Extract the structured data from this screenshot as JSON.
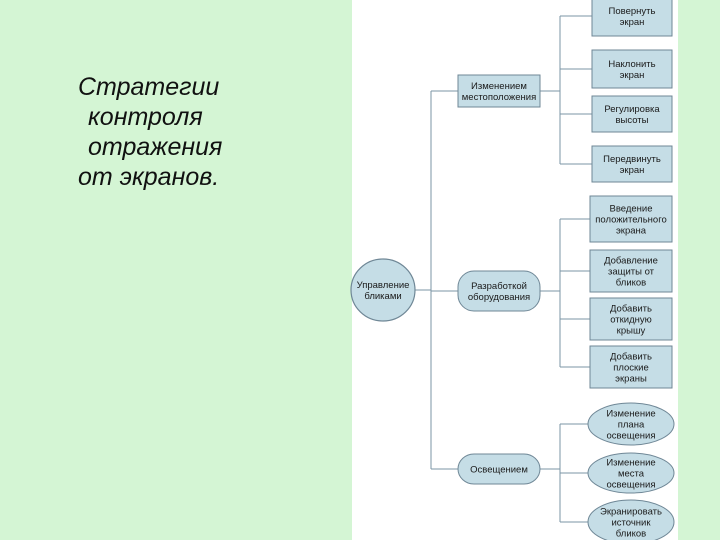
{
  "title": {
    "lines": [
      "Стратегии",
      "контроля",
      "отражения",
      "от экранов."
    ]
  },
  "diagram": {
    "root": {
      "lines": [
        "Управление",
        "бликами"
      ]
    },
    "branches": [
      {
        "lines": [
          "Изменением",
          "местоположения"
        ]
      },
      {
        "lines": [
          "Разработкой",
          "оборудования"
        ]
      },
      {
        "lines": [
          "Освещением"
        ]
      }
    ],
    "leaves": [
      {
        "lines": [
          "Повернуть",
          "экран"
        ]
      },
      {
        "lines": [
          "Наклонить",
          "экран"
        ]
      },
      {
        "lines": [
          "Регулировка",
          "высоты"
        ]
      },
      {
        "lines": [
          "Передвинуть",
          "экран"
        ]
      },
      {
        "lines": [
          "Введение",
          "положительного",
          "экрана"
        ]
      },
      {
        "lines": [
          "Добавление",
          "защиты от",
          "бликов"
        ]
      },
      {
        "lines": [
          "Добавить",
          "откидную",
          "крышу"
        ]
      },
      {
        "lines": [
          "Добавить",
          "плоские",
          "экраны"
        ]
      },
      {
        "lines": [
          "Изменение",
          "плана",
          "освещения"
        ]
      },
      {
        "lines": [
          "Изменение",
          "места",
          "освещения"
        ]
      },
      {
        "lines": [
          "Экранировать",
          "источник",
          "бликов"
        ]
      }
    ],
    "colors": {
      "node_fill": "#c5dde6",
      "node_stroke": "#6f8796",
      "line": "#7b96a5"
    }
  }
}
